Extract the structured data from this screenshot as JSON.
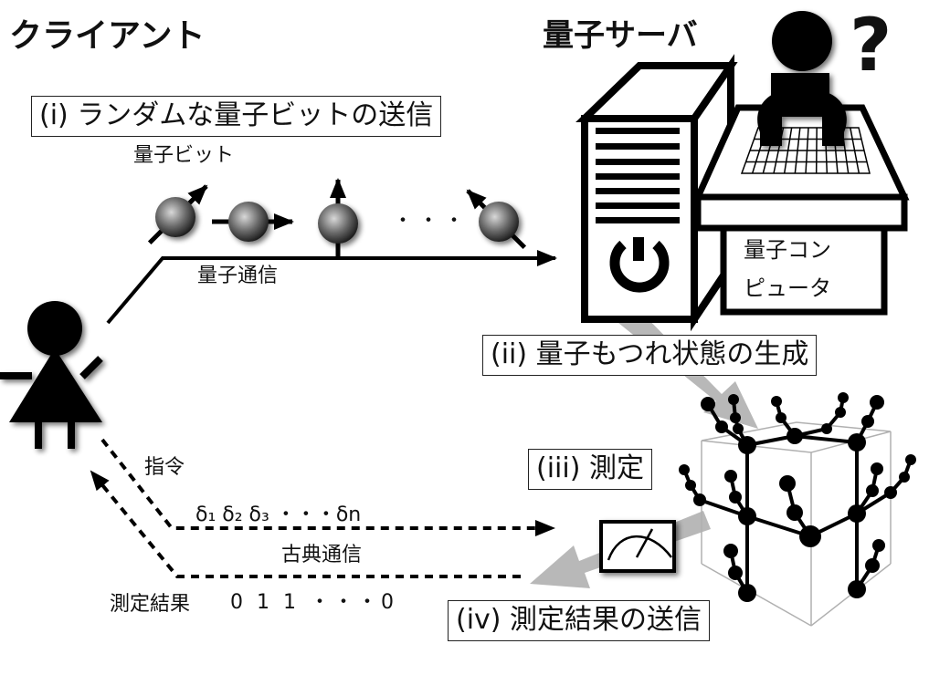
{
  "titles": {
    "client": "クライアント",
    "server": "量子サーバ",
    "question_mark": "?"
  },
  "steps": [
    {
      "id": "i",
      "label": "(i) ランダムな量子ビットの送信"
    },
    {
      "id": "ii",
      "label": "(ii) 量子もつれ状態の生成"
    },
    {
      "id": "iii",
      "label": "(iii) 測定"
    },
    {
      "id": "iv",
      "label": "(iv) 測定結果の送信"
    }
  ],
  "labels": {
    "qubit": "量子ビット",
    "quantum_comm": "量子通信",
    "quantum_computer_line1": "量子コン",
    "quantum_computer_line2": "ピュータ",
    "instruction": "指令",
    "classical_comm": "古典通信",
    "measurement_result": "測定結果",
    "result_bits": "0 1 1 ・・・0",
    "ellipsis_qubits": "・・・",
    "delta_sequence": "δ₁ δ₂ δ₃ ・・・δn"
  },
  "qubits": [
    {
      "spin": "up-right"
    },
    {
      "spin": "right"
    },
    {
      "spin": "up"
    },
    {
      "spin": "up-left"
    }
  ],
  "colors": {
    "ink": "#000000",
    "arrow_gray": "#b8b8b8",
    "cube_edge": "#b0b0b0",
    "background": "#ffffff"
  }
}
